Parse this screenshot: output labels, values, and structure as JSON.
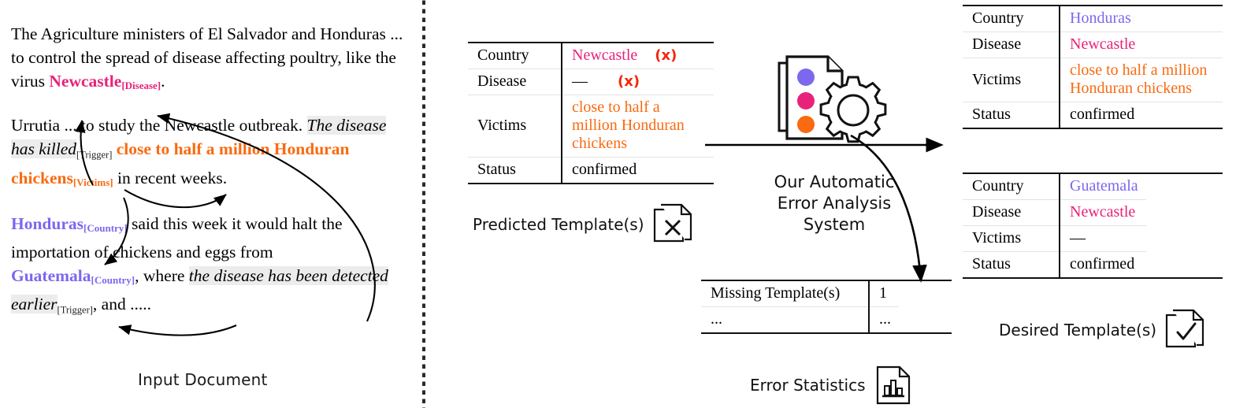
{
  "colors": {
    "disease_pink": "#E8227A",
    "victims_orange": "#F96A11",
    "country_purple": "#7B68EE",
    "error_red": "#F5250B",
    "ink": "#111111"
  },
  "input_document": {
    "label": "Input Document",
    "paragraphs": [
      {
        "id": "p1",
        "segments": [
          {
            "type": "plain",
            "text": "The Agriculture ministers of El Salvador and Honduras ... to control the spread of disease affecting poultry, like the virus "
          },
          {
            "type": "entity",
            "role": "disease",
            "text": "Newcastle",
            "tag": "[Disease]"
          },
          {
            "type": "plain",
            "text": "."
          }
        ]
      },
      {
        "id": "p2",
        "segments": [
          {
            "type": "plain",
            "text": "Urrutia ... to study the Newcastle outbreak. "
          },
          {
            "type": "trigger",
            "text": "The disease has killed",
            "tag": "[Trigger]"
          },
          {
            "type": "plain",
            "text": " "
          },
          {
            "type": "entity",
            "role": "victims",
            "text": "close to half a million Honduran chickens",
            "tag": "[Victims]"
          },
          {
            "type": "plain",
            "text": " in recent weeks."
          }
        ]
      },
      {
        "id": "p3",
        "segments": [
          {
            "type": "entity",
            "role": "country",
            "text": "Honduras",
            "tag": "[Country]"
          },
          {
            "type": "plain",
            "text": " said this week it would halt the importation of chickens and eggs from "
          },
          {
            "type": "entity",
            "role": "country",
            "text": "Guatemala",
            "tag": "[Country]"
          },
          {
            "type": "plain",
            "text": ", where "
          },
          {
            "type": "trigger",
            "text": "the disease has been detected earlier",
            "tag": "[Trigger]"
          },
          {
            "type": "plain",
            "text": ", and ....."
          }
        ]
      }
    ]
  },
  "predicted_template": {
    "caption": "Predicted Template(s)",
    "caption_icon": "document-x-icon",
    "rows": [
      {
        "key": "Country",
        "value": "Newcastle",
        "value_role": "disease",
        "error_mark": "(x)"
      },
      {
        "key": "Disease",
        "value": "—",
        "value_role": "plain",
        "error_mark": "(x)"
      },
      {
        "key": "Victims",
        "value": "close to half a million Honduran chickens",
        "value_role": "victims",
        "error_mark": ""
      },
      {
        "key": "Status",
        "value": "confirmed",
        "value_role": "plain",
        "error_mark": ""
      }
    ]
  },
  "system": {
    "label_line1": "Our Automatic",
    "label_line2": "Error Analysis System",
    "icon": "document-gear-icon",
    "dot_colors": [
      "#7B68EE",
      "#E8227A",
      "#F96A11"
    ]
  },
  "desired_templates": {
    "caption": "Desired Template(s)",
    "caption_icon": "document-check-icon",
    "tables": [
      {
        "id": "desired-1",
        "rows": [
          {
            "key": "Country",
            "value": "Honduras",
            "value_role": "country"
          },
          {
            "key": "Disease",
            "value": "Newcastle",
            "value_role": "disease"
          },
          {
            "key": "Victims",
            "value": "close to half a million Honduran chickens",
            "value_role": "victims"
          },
          {
            "key": "Status",
            "value": "confirmed",
            "value_role": "plain"
          }
        ]
      },
      {
        "id": "desired-2",
        "rows": [
          {
            "key": "Country",
            "value": "Guatemala",
            "value_role": "country"
          },
          {
            "key": "Disease",
            "value": "Newcastle",
            "value_role": "disease"
          },
          {
            "key": "Victims",
            "value": "—",
            "value_role": "plain"
          },
          {
            "key": "Status",
            "value": "confirmed",
            "value_role": "plain"
          }
        ]
      }
    ]
  },
  "error_statistics": {
    "caption": "Error Statistics",
    "caption_icon": "document-chart-icon",
    "rows": [
      {
        "key": "Missing Template(s)",
        "value": "1"
      },
      {
        "key": "...",
        "value": "..."
      }
    ]
  }
}
